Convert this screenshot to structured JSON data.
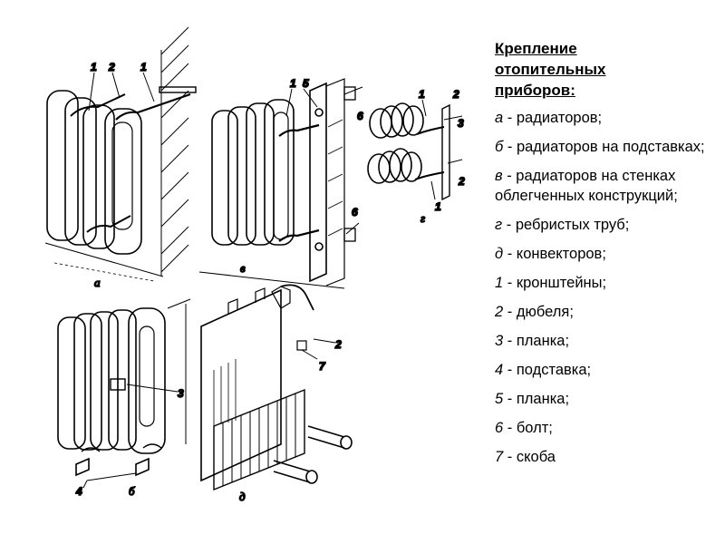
{
  "legend": {
    "title_lines": [
      "Крепление",
      "отопительных",
      "приборов:"
    ],
    "items": [
      {
        "key": "а",
        "text": "- радиаторов;"
      },
      {
        "key": "б",
        "text": "- радиаторов на подставках;"
      },
      {
        "key": "в",
        "text": "- радиаторов на стенках облегченных конструкций;"
      },
      {
        "key": "г",
        "text": "- ребристых труб;"
      },
      {
        "key": "д",
        "text": "- конвекторов;"
      },
      {
        "key": "1",
        "text": "- кронштейны;"
      },
      {
        "key": "2",
        "text": "- дюбеля;"
      },
      {
        "key": "3",
        "text": "- планка;"
      },
      {
        "key": "4",
        "text": "- подставка;"
      },
      {
        "key": "5",
        "text": "- планка;"
      },
      {
        "key": "6",
        "text": "- болт;"
      },
      {
        "key": "7",
        "text": "- скоба"
      }
    ]
  },
  "figure": {
    "sub_labels": {
      "a": "а",
      "b": "б",
      "v": "в",
      "g": "г",
      "d": "д"
    },
    "callouts": {
      "n1": "1",
      "n2": "2",
      "n3": "3",
      "n4": "4",
      "n5": "5",
      "n6": "6",
      "n7": "7"
    }
  }
}
